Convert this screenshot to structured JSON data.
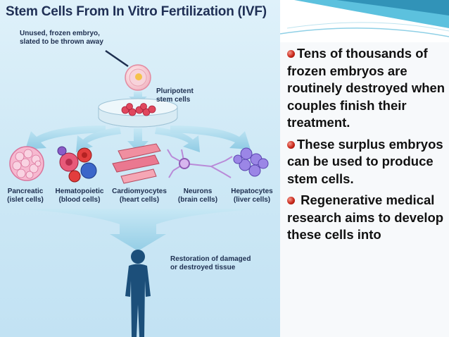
{
  "diagram": {
    "title": "Stem Cells From In Vitro Fertilization (IVF)",
    "embryo_label": [
      "Unused, frozen embryo,",
      "slated to be thrown away"
    ],
    "pluripotent_label": [
      "Pluripotent",
      "stem cells"
    ],
    "cells": [
      {
        "name": "Pancreatic",
        "detail": "(islet cells)",
        "icon": "islet-cells-icon"
      },
      {
        "name": "Hematopoietic",
        "detail": "(blood cells)",
        "icon": "blood-cells-icon"
      },
      {
        "name": "Cardiomyocytes",
        "detail": "(heart cells)",
        "icon": "heart-cells-icon"
      },
      {
        "name": "Neurons",
        "detail": "(brain cells)",
        "icon": "neuron-icon"
      },
      {
        "name": "Hepatocytes",
        "detail": "(liver cells)",
        "icon": "liver-cells-icon"
      }
    ],
    "restoration_label": [
      "Restoration of damaged",
      "or destroyed tissue"
    ]
  },
  "bullets": [
    "Tens of thousands of frozen embryos are routinely destroyed when couples finish their treatment.",
    "These surplus embryos  can be used to produce stem cells.",
    " Regenerative medical research aims to develop these cells into"
  ],
  "colors": {
    "accent": "#3fb6d8",
    "bullet": "#c9271a",
    "arrow": "#9fd6ec"
  }
}
